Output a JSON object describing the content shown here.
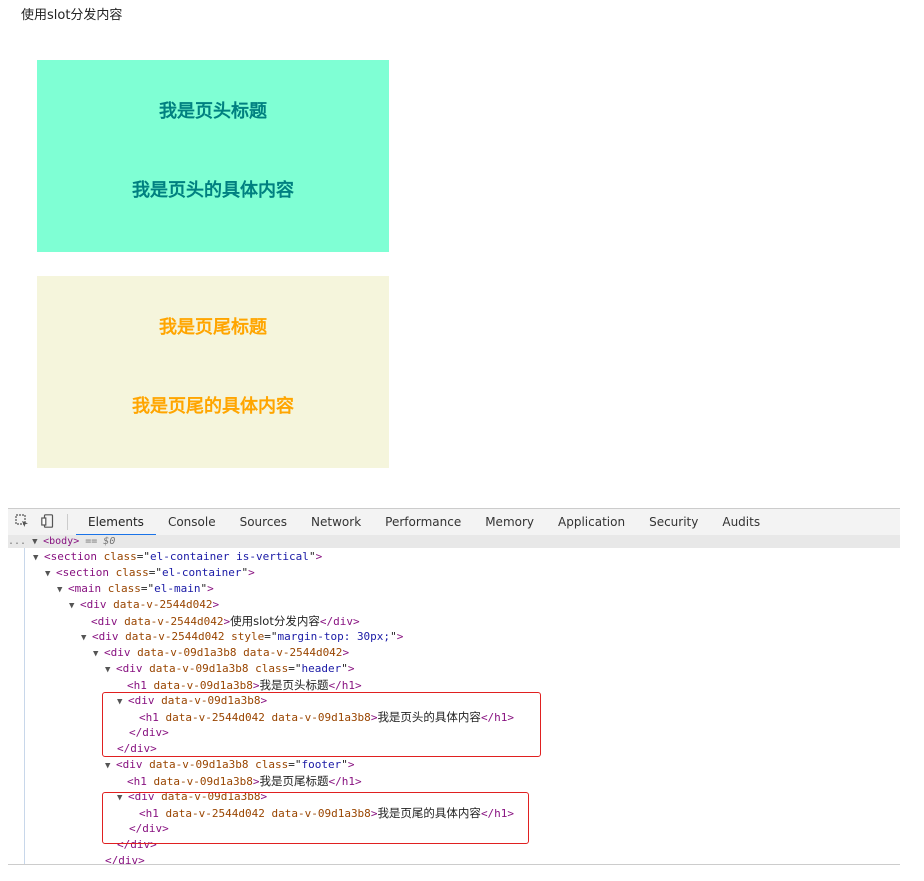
{
  "page": {
    "intro_text": "使用slot分发内容",
    "header": {
      "title": "我是页头标题",
      "content": "我是页头的具体内容"
    },
    "footer": {
      "title": "我是页尾标题",
      "content": "我是页尾的具体内容"
    }
  },
  "devtools": {
    "tabs": [
      "Elements",
      "Console",
      "Sources",
      "Network",
      "Performance",
      "Memory",
      "Application",
      "Security",
      "Audits"
    ],
    "active_tab": "Elements",
    "breadcrumb": {
      "prefix": "...",
      "tag": "<body>",
      "suffix": "== $0"
    },
    "lines": [
      {
        "arrow": "▼",
        "tag_open": "<section",
        "attrs": [
          {
            "name": "class",
            "value": "el-container is-vertical"
          }
        ],
        "tag_close": ">",
        "text": "",
        "end": ""
      },
      {
        "arrow": "▼",
        "tag_open": "<section",
        "attrs": [
          {
            "name": "class",
            "value": "el-container"
          }
        ],
        "tag_close": ">",
        "text": "",
        "end": ""
      },
      {
        "arrow": "▼",
        "tag_open": "<main",
        "attrs": [
          {
            "name": "class",
            "value": "el-main"
          }
        ],
        "tag_close": ">",
        "text": "",
        "end": ""
      },
      {
        "arrow": "▼",
        "tag_open": "<div",
        "attrs": [
          {
            "name": "data-v-2544d042",
            "value": ""
          }
        ],
        "tag_close": ">",
        "text": "",
        "end": ""
      },
      {
        "arrow": "",
        "tag_open": "<div",
        "attrs": [
          {
            "name": "data-v-2544d042",
            "value": ""
          }
        ],
        "tag_close": ">",
        "text": "使用slot分发内容",
        "end": "</div>"
      },
      {
        "arrow": "▼",
        "tag_open": "<div",
        "attrs": [
          {
            "name": "data-v-2544d042",
            "value": ""
          },
          {
            "name": "style",
            "value": "margin-top: 30px;"
          }
        ],
        "tag_close": ">",
        "text": "",
        "end": ""
      },
      {
        "arrow": "▼",
        "tag_open": "<div",
        "attrs": [
          {
            "name": "data-v-09d1a3b8",
            "value": ""
          },
          {
            "name": "data-v-2544d042",
            "value": ""
          }
        ],
        "tag_close": ">",
        "text": "",
        "end": ""
      },
      {
        "arrow": "▼",
        "tag_open": "<div",
        "attrs": [
          {
            "name": "data-v-09d1a3b8",
            "value": ""
          },
          {
            "name": "class",
            "value": "header"
          }
        ],
        "tag_close": ">",
        "text": "",
        "end": ""
      },
      {
        "arrow": "",
        "tag_open": "<h1",
        "attrs": [
          {
            "name": "data-v-09d1a3b8",
            "value": ""
          }
        ],
        "tag_close": ">",
        "text": "我是页头标题",
        "end": "</h1>"
      },
      {
        "arrow": "▼",
        "tag_open": "<div",
        "attrs": [
          {
            "name": "data-v-09d1a3b8",
            "value": ""
          }
        ],
        "tag_close": ">",
        "text": "",
        "end": ""
      },
      {
        "arrow": "",
        "tag_open": "<h1",
        "attrs": [
          {
            "name": "data-v-2544d042",
            "value": ""
          },
          {
            "name": "data-v-09d1a3b8",
            "value": ""
          }
        ],
        "tag_close": ">",
        "text": "我是页头的具体内容",
        "end": "</h1>"
      },
      {
        "arrow": "",
        "tag_open": "</div>",
        "attrs": [],
        "tag_close": "",
        "text": "",
        "end": ""
      },
      {
        "arrow": "",
        "tag_open": "</div>",
        "attrs": [],
        "tag_close": "",
        "text": "",
        "end": ""
      },
      {
        "arrow": "▼",
        "tag_open": "<div",
        "attrs": [
          {
            "name": "data-v-09d1a3b8",
            "value": ""
          },
          {
            "name": "class",
            "value": "footer"
          }
        ],
        "tag_close": ">",
        "text": "",
        "end": ""
      },
      {
        "arrow": "",
        "tag_open": "<h1",
        "attrs": [
          {
            "name": "data-v-09d1a3b8",
            "value": ""
          }
        ],
        "tag_close": ">",
        "text": "我是页尾标题",
        "end": "</h1>"
      },
      {
        "arrow": "▼",
        "tag_open": "<div",
        "attrs": [
          {
            "name": "data-v-09d1a3b8",
            "value": ""
          }
        ],
        "tag_close": ">",
        "text": "",
        "end": ""
      },
      {
        "arrow": "",
        "tag_open": "<h1",
        "attrs": [
          {
            "name": "data-v-2544d042",
            "value": ""
          },
          {
            "name": "data-v-09d1a3b8",
            "value": ""
          }
        ],
        "tag_close": ">",
        "text": "我是页尾的具体内容",
        "end": "</h1>"
      },
      {
        "arrow": "",
        "tag_open": "</div>",
        "attrs": [],
        "tag_close": "",
        "text": "",
        "end": ""
      },
      {
        "arrow": "",
        "tag_open": "</div>",
        "attrs": [],
        "tag_close": "",
        "text": "",
        "end": ""
      },
      {
        "arrow": "",
        "tag_open": "</div>",
        "attrs": [],
        "tag_close": "",
        "text": "",
        "end": ""
      }
    ]
  },
  "colors": {
    "header_bg": "#7fffd4",
    "header_text": "#008080",
    "footer_bg": "#f5f5dc",
    "footer_text": "#ffa500",
    "highlight_border": "#e02020",
    "tab_underline": "#1a73e8"
  },
  "icons": {
    "inspect": "inspect-element-icon",
    "device": "device-toolbar-icon"
  }
}
